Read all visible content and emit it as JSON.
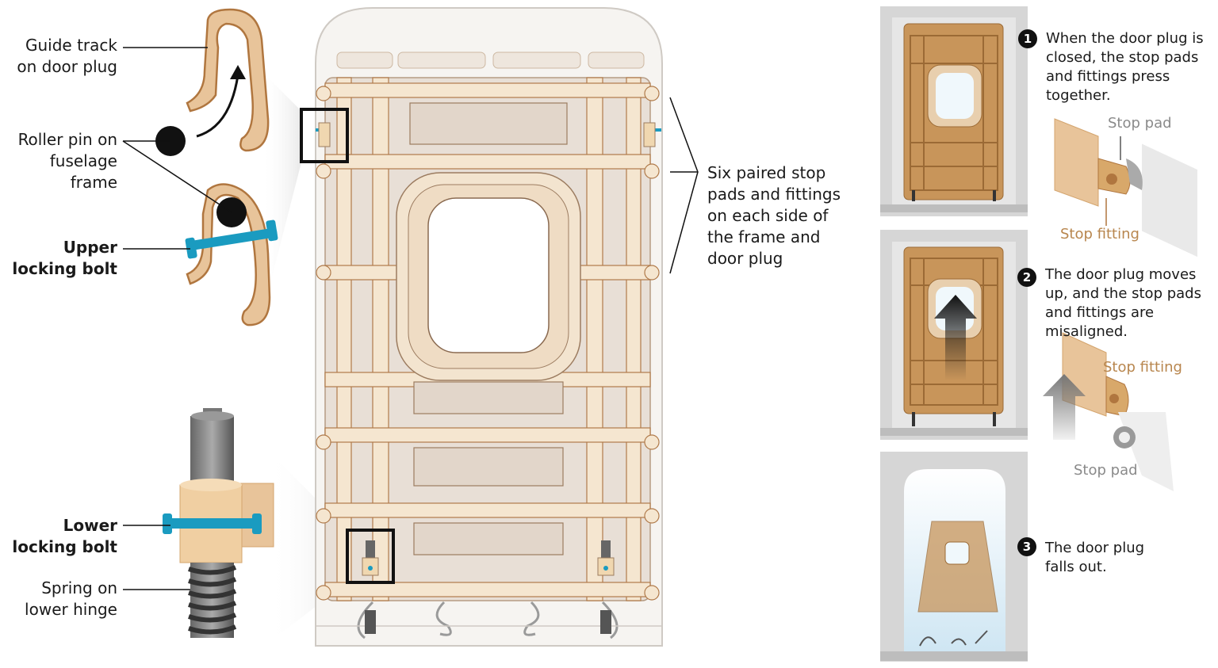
{
  "labels": {
    "guide_track": [
      "Guide track",
      "on door plug"
    ],
    "roller_pin": [
      "Roller pin on",
      "fuselage",
      "frame"
    ],
    "upper_bolt": [
      "Upper",
      "locking bolt"
    ],
    "lower_bolt": [
      "Lower",
      "locking bolt"
    ],
    "spring": [
      "Spring on",
      "lower hinge"
    ],
    "stop_pads": [
      "Six paired stop",
      "pads and fittings",
      "on each side of",
      "the frame and",
      "door plug"
    ]
  },
  "steps": [
    {
      "number": "1",
      "lines": [
        "When the door plug is",
        "closed, the stop pads",
        "and fittings press",
        "together."
      ]
    },
    {
      "number": "2",
      "lines": [
        "The door plug moves",
        "up, and the stop pads",
        "and fittings are",
        "misaligned."
      ]
    },
    {
      "number": "3",
      "lines": [
        "The door plug",
        "falls out."
      ]
    }
  ],
  "detail_labels": {
    "step1_pad": "Stop pad",
    "step1_fitting": "Stop fitting",
    "step2_fitting": "Stop fitting",
    "step2_pad": "Stop pad"
  },
  "colors": {
    "frame_fill": "#f5e6d0",
    "frame_stroke": "#b07a4a",
    "plug_tan": "#c8955a",
    "bolt_blue": "#1a9bc0",
    "track_fill": "#e8c49a",
    "panel_grey": "#d6d6d6"
  }
}
